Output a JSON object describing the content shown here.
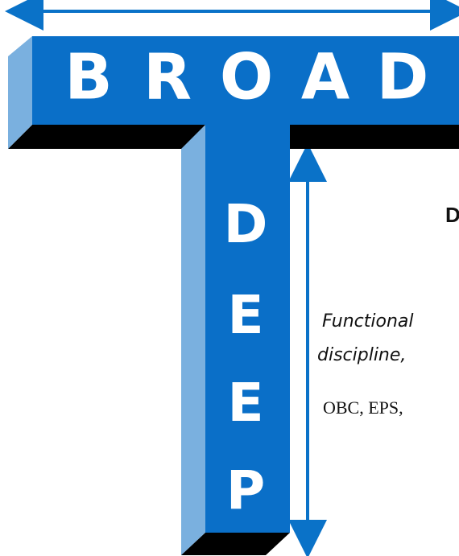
{
  "diagram": {
    "horizontal_word": [
      "B",
      "R",
      "O",
      "A",
      "D"
    ],
    "vertical_word": [
      "D",
      "E",
      "E",
      "P"
    ],
    "partial_heading": "D",
    "annotation_line_1": "Functional",
    "annotation_line_2": "discipline,",
    "annotation_line_3": "OBC, EPS,"
  },
  "colors": {
    "bar_blue": "#0a6fc8",
    "bar_light_blue": "#7ab0df",
    "shadow_black": "#000000",
    "arrow_blue": "#0a72c8",
    "text_white": "#ffffff"
  }
}
